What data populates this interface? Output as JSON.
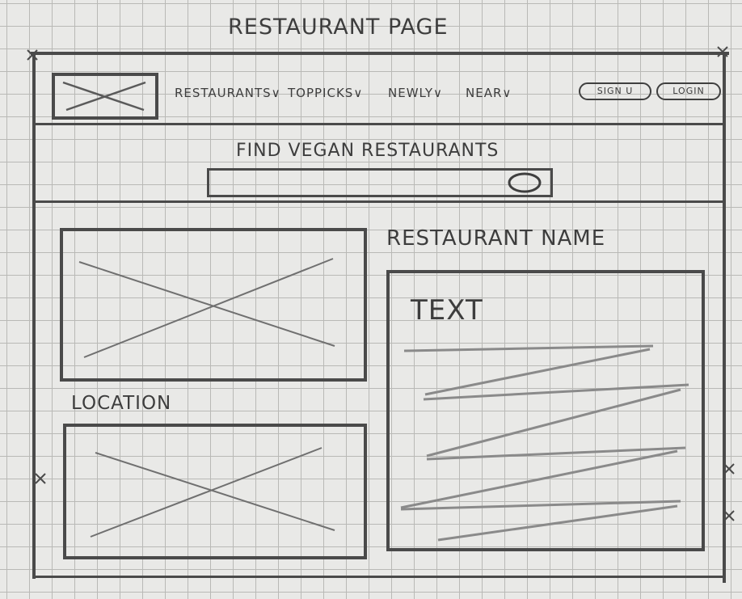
{
  "page_title": "RESTAURANT PAGE",
  "header": {
    "logo_icon": "image-placeholder-icon",
    "nav": [
      "RESTAURANTS∨",
      "TOPPICKS∨",
      "NEWLY∨",
      "NEAR∨"
    ],
    "signup_label": "SIGN U",
    "login_label": "LOGIN"
  },
  "search": {
    "heading": "FIND VEGAN RESTAURANTS",
    "button_icon": "search-icon"
  },
  "main": {
    "photo_icon": "image-placeholder-icon",
    "location_label": "LOCATION",
    "map_icon": "image-placeholder-icon",
    "restaurant_name": "RESTAURANT NAME",
    "text_label": "TEXT"
  },
  "colors": {
    "paper": "#e9e9e7",
    "grid": "#b9b9b6",
    "pencil": "#4a4a4a"
  }
}
